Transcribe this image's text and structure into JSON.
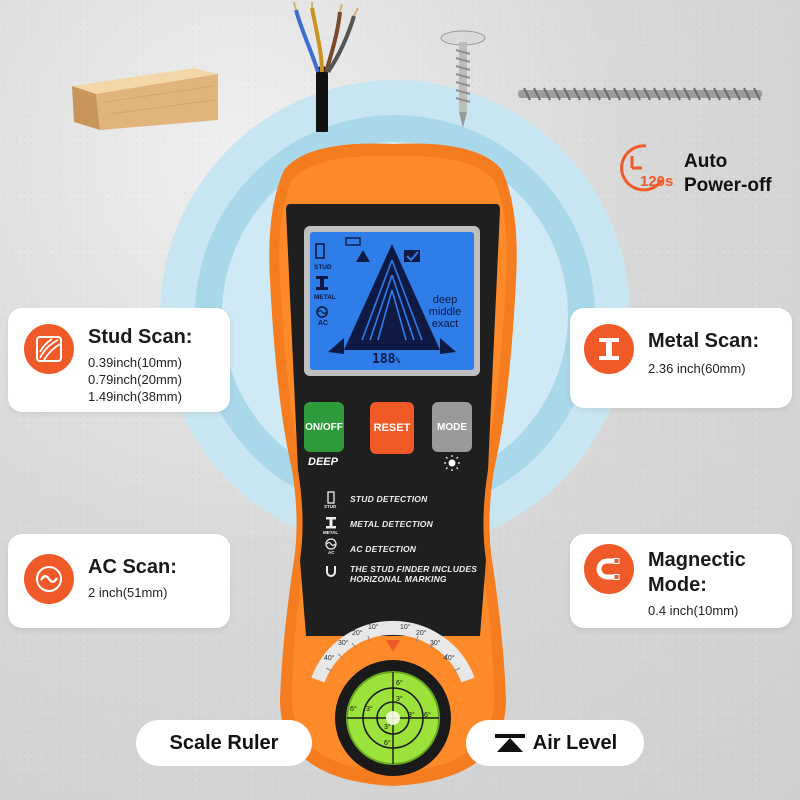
{
  "features": {
    "auto_poweroff": {
      "line1": "Auto",
      "line2": "Power-off",
      "timer": "120s"
    },
    "stud_scan": {
      "title": "Stud Scan:",
      "lines": [
        "0.39inch(10mm)",
        "0.79inch(20mm)",
        "1.49inch(38mm)"
      ]
    },
    "metal_scan": {
      "title": "Metal Scan:",
      "lines": [
        "2.36 inch(60mm)"
      ]
    },
    "ac_scan": {
      "title": "AC Scan:",
      "lines": [
        "2 inch(51mm)"
      ]
    },
    "magnetic_mode": {
      "title_line1": "Magnectic",
      "title_line2": "Mode:",
      "lines": [
        "0.4 inch(10mm)"
      ]
    },
    "scale_ruler": "Scale Ruler",
    "air_level": "Air Level"
  },
  "device": {
    "lcd": {
      "stud": "STUD",
      "metal": "METAL",
      "ac": "AC",
      "depth_labels": [
        "deep",
        "middle",
        "exact"
      ],
      "reading": "188",
      "reading_unit": "%"
    },
    "buttons": {
      "onoff": "ON/OFF",
      "reset": "RESET",
      "mode": "MODE",
      "deep": "DEEP"
    },
    "panel_stud": "STUD",
    "panel_metal": "METAL",
    "panel_ac": "AC",
    "panel_labels": [
      "STUD DETECTION",
      "METAL DETECTION",
      "AC DETECTION",
      "THE STUD FINDER INCLUDES",
      "HORIZONAL MARKING"
    ],
    "angles_left": [
      "40°",
      "30°",
      "20°",
      "10°"
    ],
    "angles_right": [
      "10°",
      "20°",
      "30°",
      "40°"
    ],
    "level_ticks": [
      "6°",
      "3°",
      "3°",
      "6°",
      "6°",
      "3°",
      "3°",
      "6°"
    ]
  },
  "colors": {
    "accent": "#f05a28",
    "device_orange": "#f57c1f",
    "lcd_blue": "#2f7de8",
    "button_green": "#2e9b3a",
    "button_gray": "#9a9a9a",
    "level_green": "#9be23a"
  }
}
